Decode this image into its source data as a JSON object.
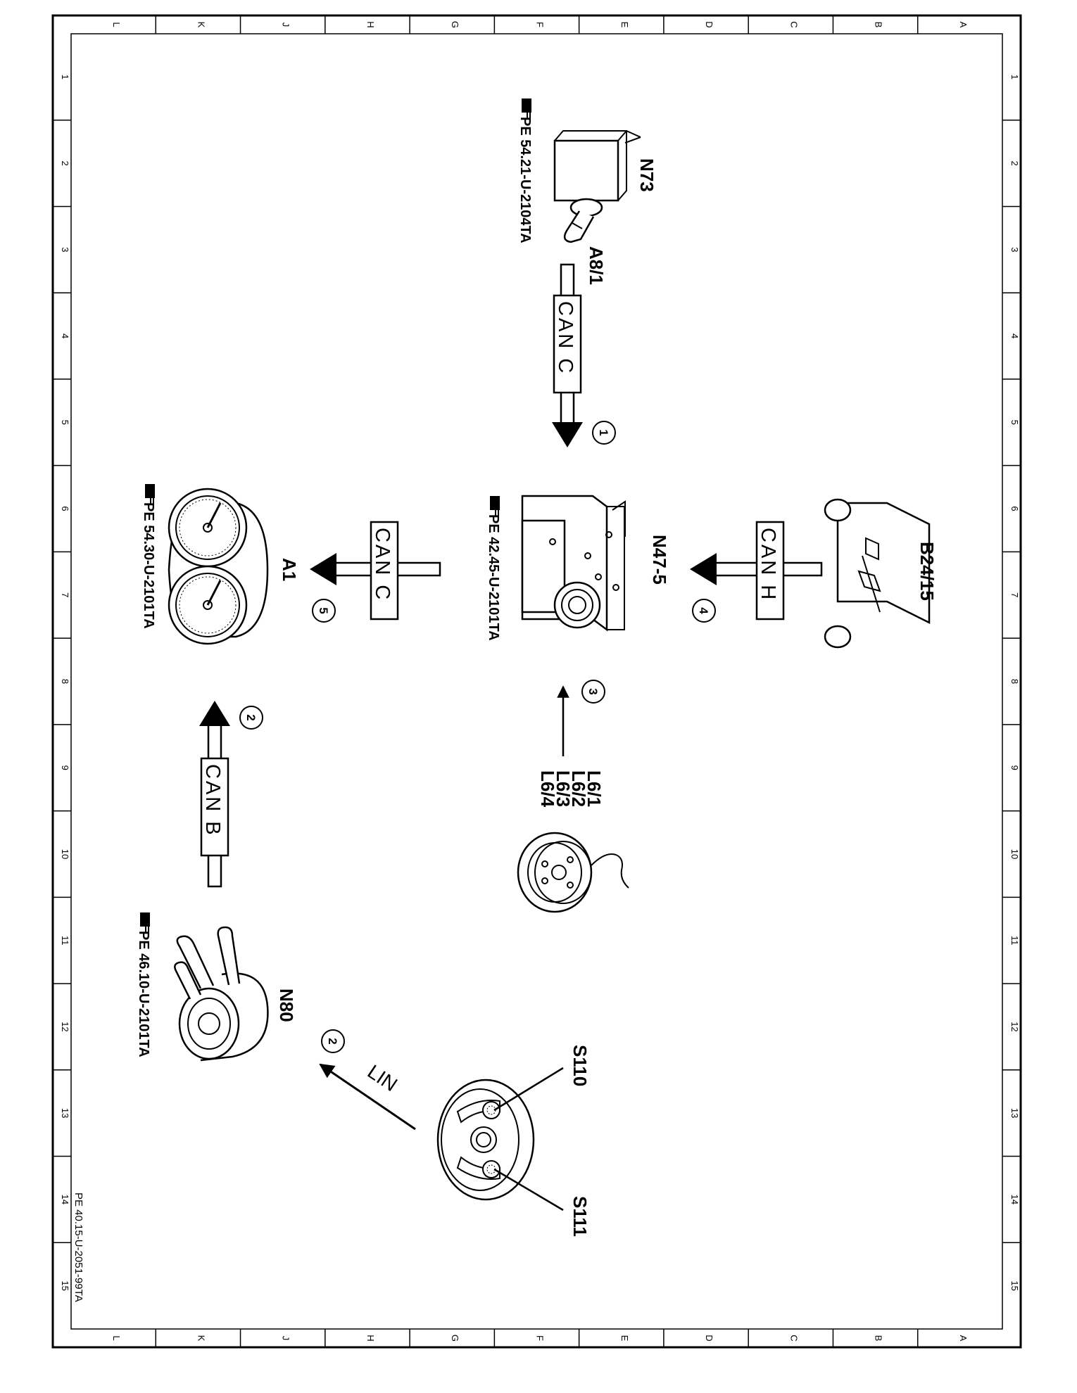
{
  "ruler": {
    "columns": [
      "L",
      "K",
      "J",
      "H",
      "G",
      "F",
      "E",
      "D",
      "C",
      "B",
      "A"
    ],
    "rows": [
      "1",
      "2",
      "3",
      "4",
      "5",
      "6",
      "7",
      "8",
      "9",
      "10",
      "11",
      "12",
      "13",
      "14",
      "15"
    ]
  },
  "document_id": "PE 40.15-U-2051-99TA",
  "components": {
    "n73": {
      "label": "N73",
      "ref": "PE 54.21-U-2104TA"
    },
    "a8_1": {
      "label": "A8/1"
    },
    "b24_15": {
      "label": "B24/15"
    },
    "n47_5": {
      "label": "N47-5",
      "ref": "PE  42.45-U-2101TA"
    },
    "a1": {
      "label": "A1",
      "ref": "PE  54.30-U-2101TA"
    },
    "l6": {
      "labels": [
        "L6/1",
        "L6/2",
        "L6/3",
        "L6/4"
      ]
    },
    "n80": {
      "label": "N80",
      "ref": "PE  46.10-U-2101TA"
    },
    "s110": {
      "label": "S110"
    },
    "s111": {
      "label": "S111"
    }
  },
  "connections": [
    {
      "id": "1",
      "bus": "CAN C"
    },
    {
      "id": "4",
      "bus": "CAN H"
    },
    {
      "id": "5",
      "bus": "CAN C"
    },
    {
      "id": "3",
      "bus": ""
    },
    {
      "id": "2",
      "bus": "CAN B"
    },
    {
      "id": "2",
      "bus": "LIN"
    }
  ],
  "icons": {
    "reference": "pointing-hand-icon"
  }
}
